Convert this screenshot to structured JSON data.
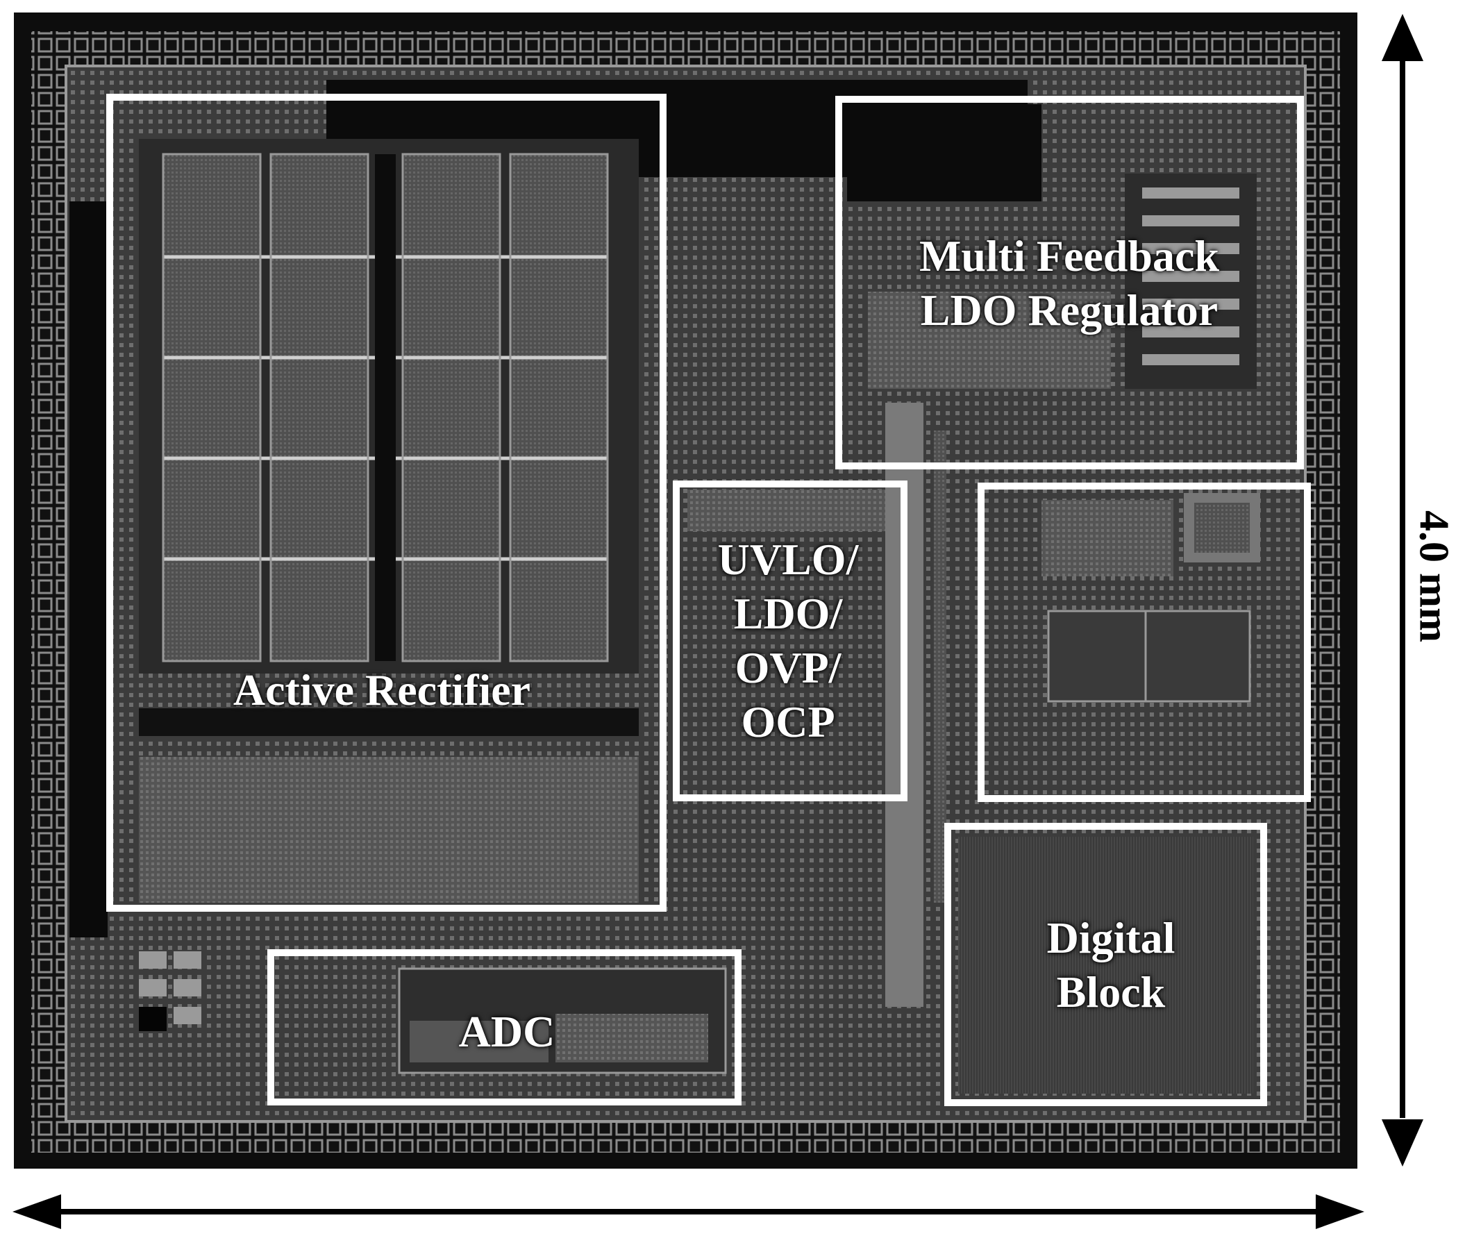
{
  "colors": {
    "die_dark": "#0d0d0d",
    "die_mid": "#4a4a4a",
    "grid": "#6e6e6e",
    "pad": "#8a8a8a",
    "block_outline": "#ffffff",
    "arrow": "#000000"
  },
  "blocks": {
    "active_rectifier": "Active Rectifier",
    "ldo_regulator_line1": "Multi Feedback",
    "ldo_regulator_line2": "LDO Regulator",
    "uvlo_line1": "UVLO/",
    "uvlo_line2": "LDO/",
    "uvlo_line3": "OVP/",
    "uvlo_line4": "OCP",
    "unlabeled_block": "",
    "digital_line1": "Digital",
    "digital_line2": "Block",
    "adc": "ADC"
  },
  "dimension": {
    "height_label": "4.0 mm"
  }
}
